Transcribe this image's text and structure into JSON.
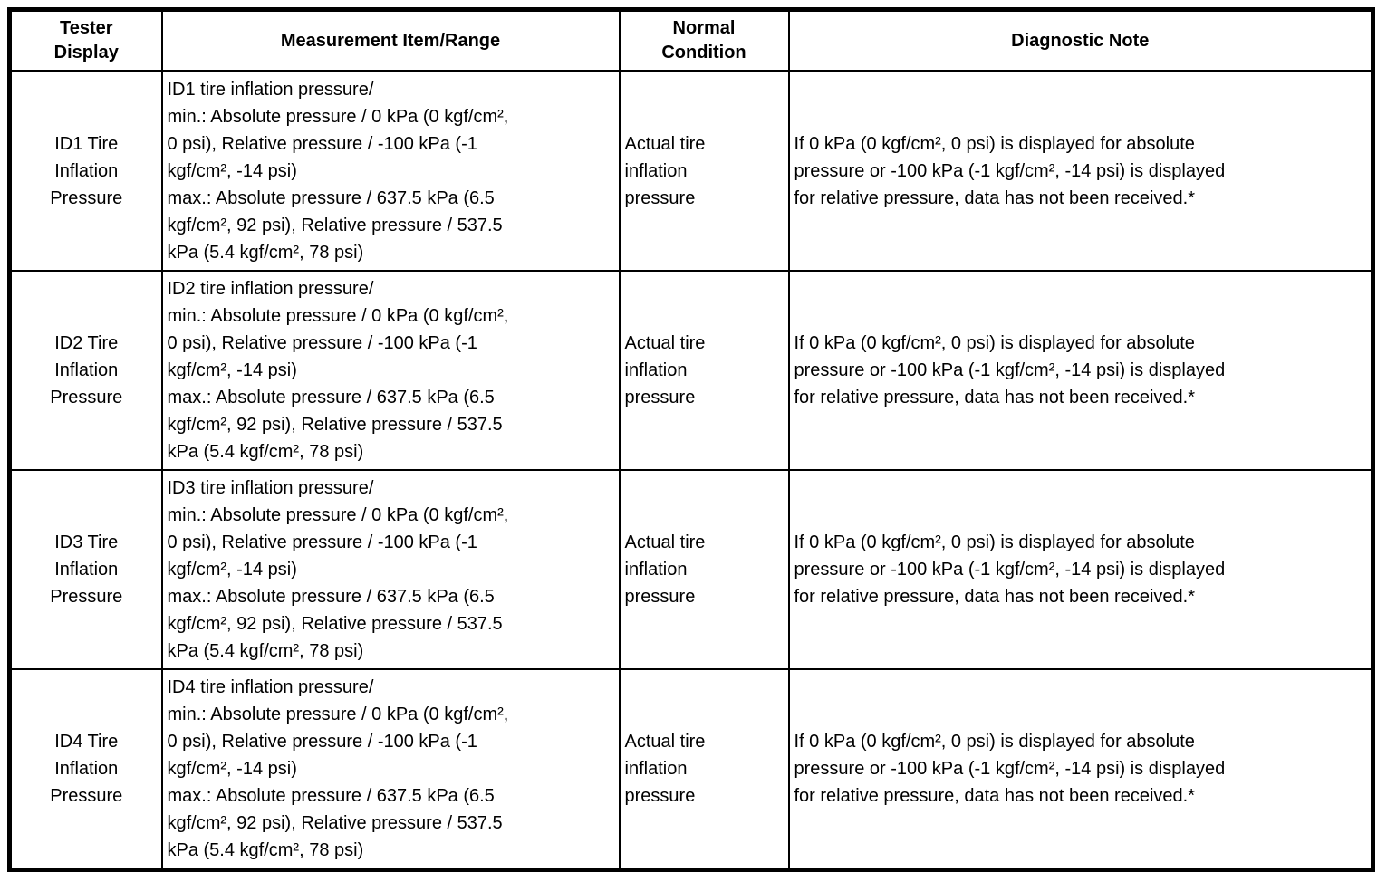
{
  "page": {
    "background_color": "#ffffff",
    "text_color": "#000000",
    "border_color": "#000000"
  },
  "table": {
    "headers": [
      {
        "label": "Tester\nDisplay"
      },
      {
        "label": "Measurement Item/Range"
      },
      {
        "label": "Normal\nCondition"
      },
      {
        "label": "Diagnostic Note"
      }
    ],
    "rows": [
      {
        "tester_display": "ID1 Tire\nInflation\nPressure",
        "measurement_item_range": "ID1 tire inflation pressure/\nmin.: Absolute pressure / 0 kPa (0 kgf/cm²,\n0 psi), Relative pressure / -100 kPa (-1\nkgf/cm², -14 psi)\nmax.: Absolute pressure / 637.5 kPa (6.5\nkgf/cm², 92 psi), Relative pressure / 537.5\nkPa (5.4 kgf/cm², 78 psi)",
        "normal_condition": "Actual tire\ninflation\npressure",
        "diagnostic_note": "If 0 kPa (0 kgf/cm², 0 psi) is displayed for absolute\npressure or -100 kPa (-1 kgf/cm², -14 psi) is displayed\nfor relative pressure, data has not been received.*"
      },
      {
        "tester_display": "ID2 Tire\nInflation\nPressure",
        "measurement_item_range": "ID2 tire inflation pressure/\nmin.: Absolute pressure / 0 kPa (0 kgf/cm²,\n0 psi), Relative pressure / -100 kPa (-1\nkgf/cm², -14 psi)\nmax.: Absolute pressure / 637.5 kPa (6.5\nkgf/cm², 92 psi), Relative pressure / 537.5\nkPa (5.4 kgf/cm², 78 psi)",
        "normal_condition": "Actual tire\ninflation\npressure",
        "diagnostic_note": "If 0 kPa (0 kgf/cm², 0 psi) is displayed for absolute\npressure or -100 kPa (-1 kgf/cm², -14 psi) is displayed\nfor relative pressure, data has not been received.*"
      },
      {
        "tester_display": "ID3 Tire\nInflation\nPressure",
        "measurement_item_range": "ID3 tire inflation pressure/\nmin.: Absolute pressure / 0 kPa (0 kgf/cm²,\n0 psi), Relative pressure / -100 kPa (-1\nkgf/cm², -14 psi)\nmax.: Absolute pressure / 637.5 kPa (6.5\nkgf/cm², 92 psi), Relative pressure / 537.5\nkPa (5.4 kgf/cm², 78 psi)",
        "normal_condition": "Actual tire\ninflation\npressure",
        "diagnostic_note": "If 0 kPa (0 kgf/cm², 0 psi) is displayed for absolute\npressure or -100 kPa (-1 kgf/cm², -14 psi) is displayed\nfor relative pressure, data has not been received.*"
      },
      {
        "tester_display": "ID4 Tire\nInflation\nPressure",
        "measurement_item_range": "ID4 tire inflation pressure/\nmin.: Absolute pressure / 0 kPa (0 kgf/cm²,\n0 psi), Relative pressure / -100 kPa (-1\nkgf/cm², -14 psi)\nmax.: Absolute pressure / 637.5 kPa (6.5\nkgf/cm², 92 psi), Relative pressure / 537.5\nkPa (5.4 kgf/cm², 78 psi)",
        "normal_condition": "Actual tire\ninflation\npressure",
        "diagnostic_note": "If 0 kPa (0 kgf/cm², 0 psi) is displayed for absolute\npressure or -100 kPa (-1 kgf/cm², -14 psi) is displayed\nfor relative pressure, data has not been received.*"
      }
    ]
  }
}
